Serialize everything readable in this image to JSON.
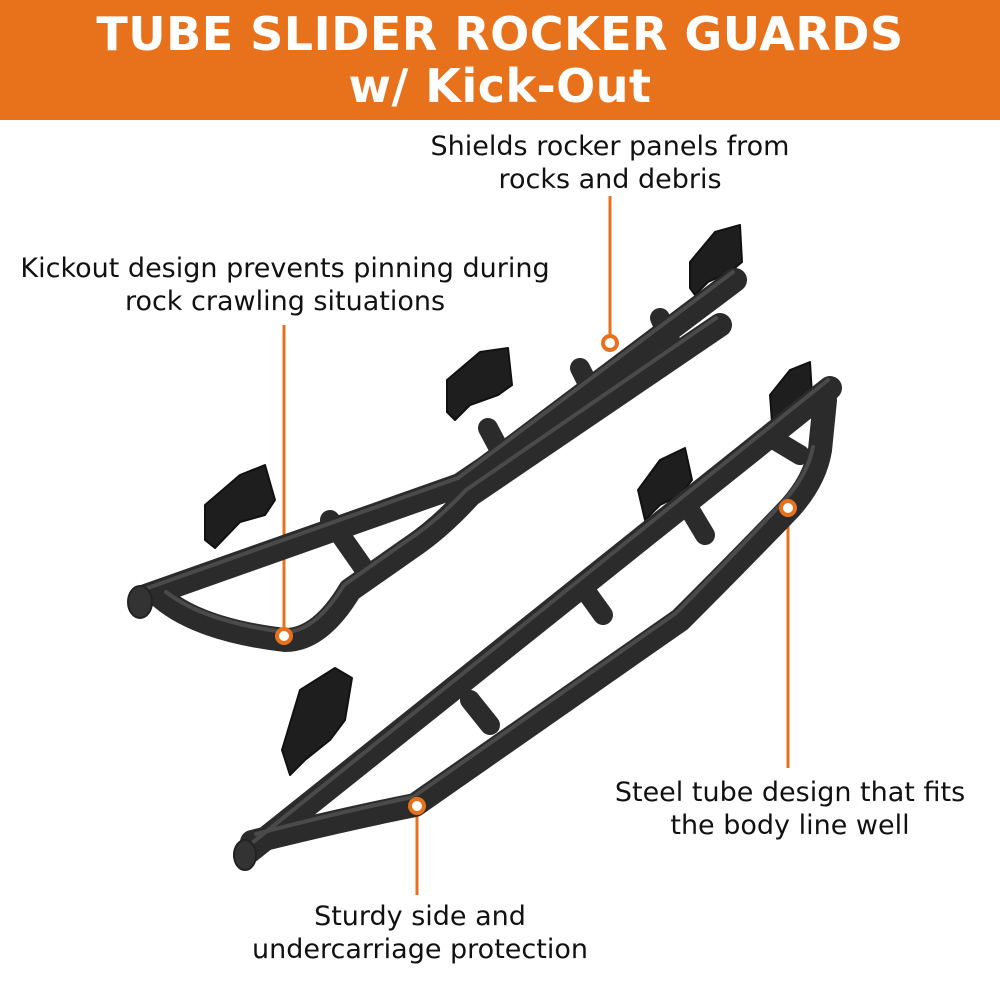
{
  "header": {
    "title_line1": "TUBE SLIDER ROCKER GUARDS",
    "title_line2": "w/ Kick-Out",
    "background_color": "#e8721c"
  },
  "callouts": [
    {
      "line1": "Shields rocker panels from",
      "line2": "rocks and debris"
    },
    {
      "line1": "Kickout design prevents pinning during",
      "line2": "rock crawling situations"
    },
    {
      "line1": "Steel tube design that fits",
      "line2": "the body line well"
    },
    {
      "line1": "Sturdy side and",
      "line2": "undercarriage protection"
    }
  ],
  "colors": {
    "accent": "#e8721c",
    "tube": "#2b2b2b",
    "tube_highlight": "#4a4a4a"
  }
}
